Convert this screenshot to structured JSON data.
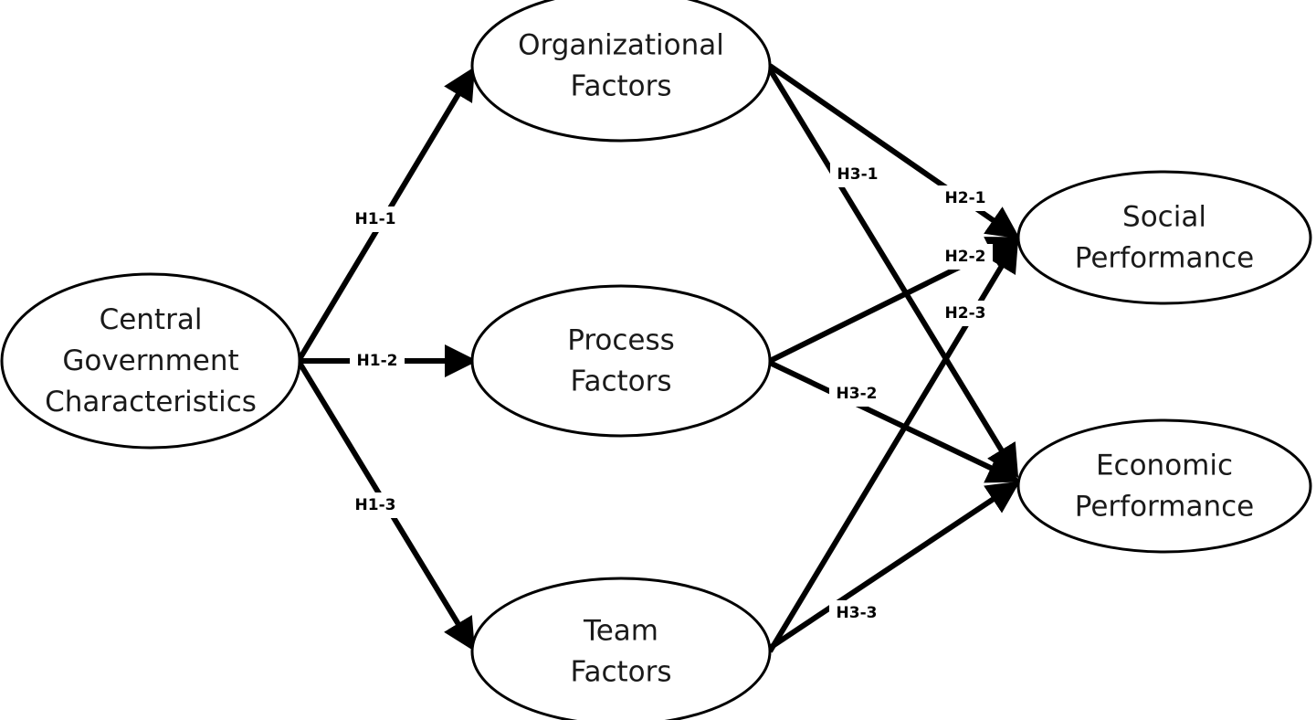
{
  "nodes": [
    {
      "id": "central",
      "lines": [
        "Central",
        "Government",
        "Characteristics"
      ]
    },
    {
      "id": "org",
      "lines": [
        "Organizational",
        "Factors"
      ]
    },
    {
      "id": "process",
      "lines": [
        "Process",
        "Factors"
      ]
    },
    {
      "id": "team",
      "lines": [
        "Team",
        "Factors"
      ]
    },
    {
      "id": "social",
      "lines": [
        "Social",
        "Performance"
      ]
    },
    {
      "id": "economic",
      "lines": [
        "Economic",
        "Performance"
      ]
    }
  ],
  "edges": [
    {
      "id": "h1-1",
      "from": "central",
      "to": "org",
      "label": "H1-1"
    },
    {
      "id": "h1-2",
      "from": "central",
      "to": "process",
      "label": "H1-2"
    },
    {
      "id": "h1-3",
      "from": "central",
      "to": "team",
      "label": "H1-3"
    },
    {
      "id": "h2-1",
      "from": "org",
      "to": "social",
      "label": "H2-1"
    },
    {
      "id": "h2-2",
      "from": "process",
      "to": "social",
      "label": "H2-2"
    },
    {
      "id": "h2-3",
      "from": "team",
      "to": "social",
      "label": "H2-3"
    },
    {
      "id": "h3-1",
      "from": "org",
      "to": "economic",
      "label": "H3-1"
    },
    {
      "id": "h3-2",
      "from": "process",
      "to": "economic",
      "label": "H3-2"
    },
    {
      "id": "h3-3",
      "from": "team",
      "to": "economic",
      "label": "H3-3"
    }
  ]
}
